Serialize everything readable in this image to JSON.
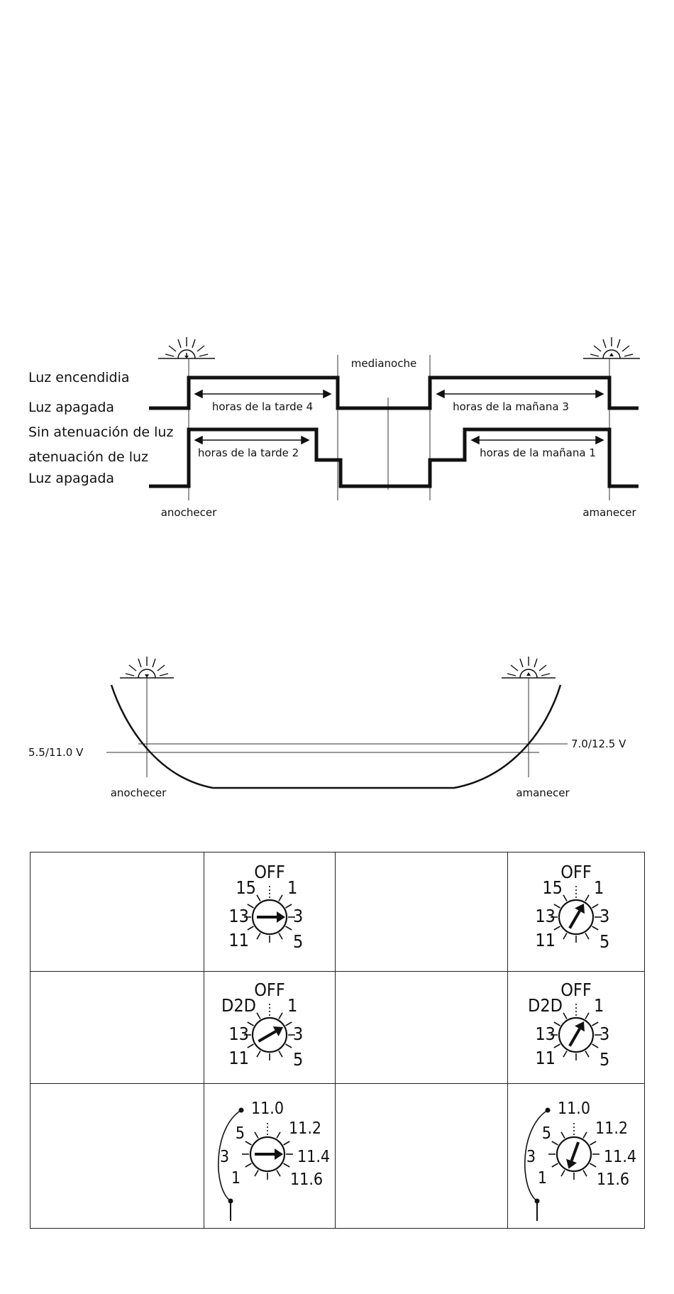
{
  "timing": {
    "levels": [
      "Luz encendidia",
      "Luz apagada",
      "Sin atenuación de luz",
      "atenuación de luz",
      "Luz apagada"
    ],
    "midnight": "medianoche",
    "dusk": "anochecer",
    "dawn": "amanecer",
    "spans": [
      "horas de la tarde 4",
      "horas de la mañana 3",
      "horas de la tarde 2",
      "horas de la mañana 1"
    ]
  },
  "sensor": {
    "left_threshold": "5.5/11.0 V",
    "right_threshold": "7.0/12.5 V",
    "dusk": "anochecer",
    "dawn": "amanecer"
  },
  "dials": [
    {
      "top": "OFF",
      "labels": [
        "15",
        "1",
        "13",
        "3",
        "11",
        "5"
      ],
      "pointer_angle": 90
    },
    {
      "top": "OFF",
      "labels": [
        "15",
        "1",
        "13",
        "3",
        "11",
        "5"
      ],
      "pointer_angle": 30
    },
    {
      "top": "OFF",
      "labels": [
        "D2D",
        "1",
        "13",
        "3",
        "11",
        "5"
      ],
      "pointer_angle": 60
    },
    {
      "top": "OFF",
      "labels": [
        "D2D",
        "1",
        "13",
        "3",
        "11",
        "5"
      ],
      "pointer_angle": 30
    },
    {
      "top": "11.0",
      "labels": [
        "5",
        "11.2",
        "3",
        "11.4",
        "1",
        "11.6"
      ],
      "pointer_angle": 90
    },
    {
      "top": "11.0",
      "labels": [
        "5",
        "11.2",
        "3",
        "11.4",
        "1",
        "11.6"
      ],
      "pointer_angle": 200
    }
  ]
}
